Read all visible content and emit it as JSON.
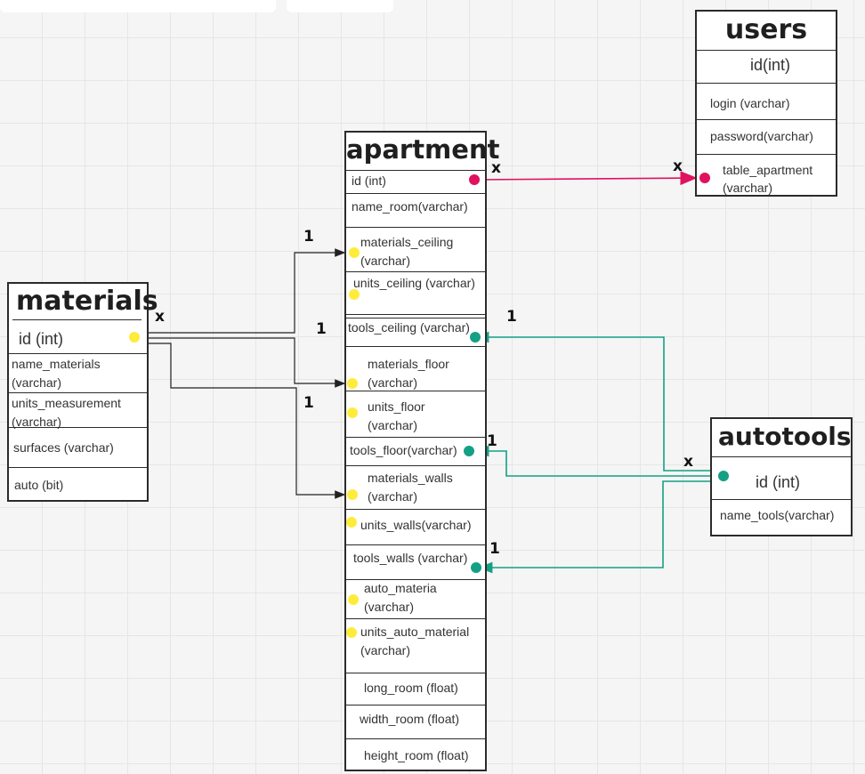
{
  "diagram": {
    "tables": {
      "users": {
        "title": "users",
        "pk": "id(int)",
        "fields": [
          "login (varchar)",
          "password(varchar)",
          "table_apartment",
          "(varchar)"
        ]
      },
      "apartment": {
        "title": "apartment",
        "fields": [
          "id (int)",
          "name_room(varchar)",
          "materials_ceiling",
          "(varchar)",
          "units_ceiling (varchar)",
          "tools_ceiling (varchar)",
          "materials_floor",
          "(varchar)",
          "units_floor",
          "(varchar)",
          "tools_floor(varchar)",
          "materials_walls",
          "(varchar)",
          "units_walls(varchar)",
          "tools_walls (varchar)",
          "auto_materia",
          "(varchar)",
          "units_auto_material",
          "(varchar)",
          "long_room (float)",
          "width_room (float)",
          "height_room (float)"
        ]
      },
      "materials": {
        "title": "materials",
        "pk": "id (int)",
        "fields": [
          "name_materials",
          "(varchar)",
          "units_measurement",
          "(varchar)",
          "surfaces (varchar)",
          "auto (bit)"
        ]
      },
      "autotools": {
        "title": "autotools",
        "pk": "id (int)",
        "fields": [
          "name_tools(varchar)"
        ]
      }
    },
    "cardinality": {
      "many": "x",
      "one": "1"
    },
    "colors": {
      "users_link": "#e0115f",
      "materials_link": "#ffeb3b",
      "tools_link": "#14a085",
      "line": "#222222"
    }
  }
}
